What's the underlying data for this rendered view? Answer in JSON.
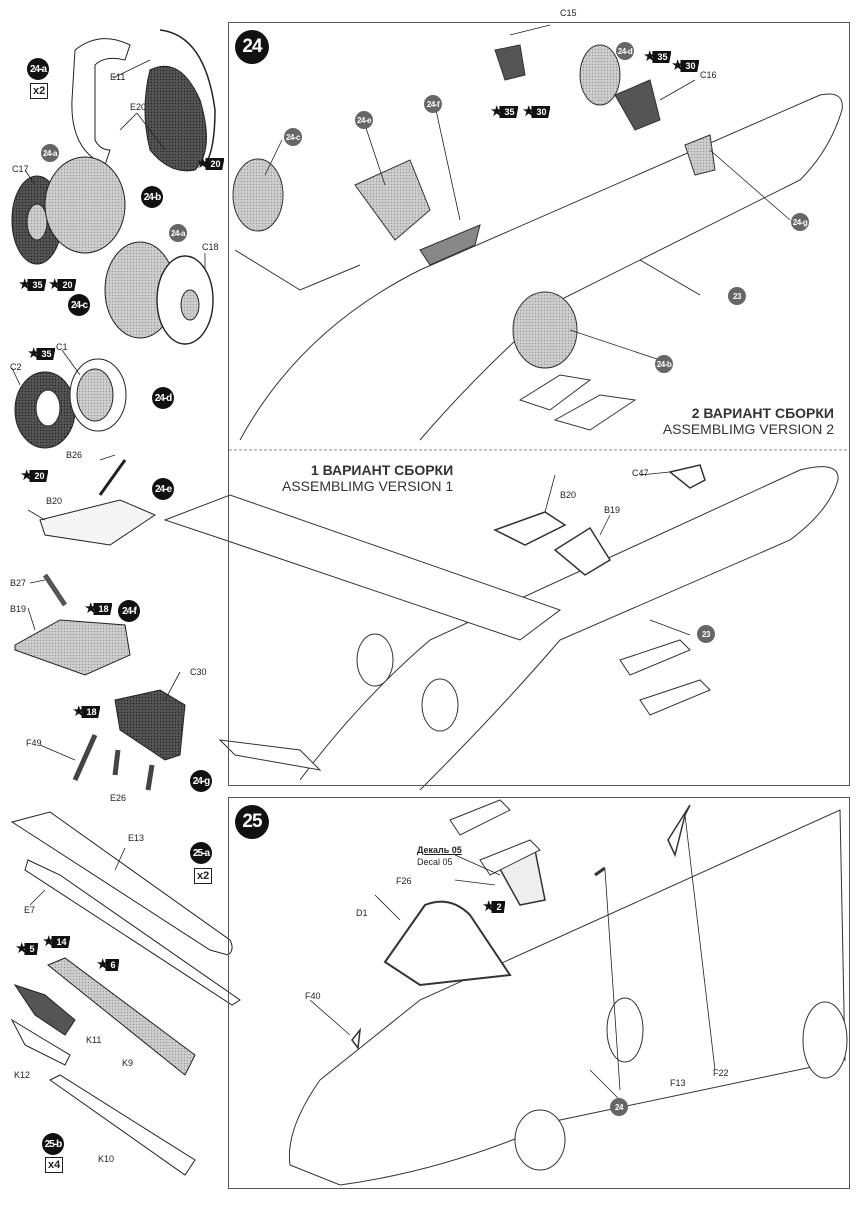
{
  "steps": {
    "step24": {
      "number": "24",
      "version2": {
        "title_ru": "2 ВАРИАНТ СБОРКИ",
        "title_en": "ASSEMBLIMG VERSION 2"
      },
      "version1": {
        "title_ru": "1 ВАРИАНТ СБОРКИ",
        "title_en": "ASSEMBLIMG VERSION 1"
      },
      "refs": [
        "24-c",
        "24-e",
        "24-f",
        "24-d",
        "24-g",
        "23",
        "24-b",
        "23"
      ],
      "parts": [
        "C15",
        "C16",
        "C47",
        "B20",
        "B19"
      ],
      "paints": [
        "35",
        "30",
        "35",
        "30"
      ]
    },
    "step25": {
      "number": "25",
      "decal_ru": "Декаль 05",
      "decal_en": "Decal 05",
      "parts": [
        "F26",
        "D1",
        "F40",
        "F13",
        "F22"
      ],
      "refs": [
        "24"
      ],
      "paints": [
        "2"
      ]
    }
  },
  "sidebar": {
    "sub24a": {
      "badge": "24-a",
      "qty": "x2",
      "parts": [
        "E11",
        "E20"
      ],
      "paint": "20"
    },
    "sub24b": {
      "badge": "24-b",
      "ref": "24-a",
      "parts": [
        "C17"
      ],
      "paints": [
        "35",
        "20"
      ]
    },
    "sub24c": {
      "badge": "24-c",
      "ref": "24-a",
      "parts": [
        "C18"
      ]
    },
    "sub24d": {
      "badge": "24-d",
      "parts": [
        "C1",
        "C2"
      ],
      "paints": [
        "35",
        "20"
      ]
    },
    "sub24e": {
      "badge": "24-e",
      "parts": [
        "B26",
        "B20"
      ]
    },
    "sub24f": {
      "badge": "24-f",
      "parts": [
        "B27",
        "B19"
      ],
      "paint": "18"
    },
    "sub24g": {
      "badge": "24-g",
      "parts": [
        "C30",
        "F49",
        "E26"
      ],
      "paint": "18"
    },
    "sub25a": {
      "badge": "25-a",
      "qty": "x2",
      "parts": [
        "E13",
        "E7"
      ]
    },
    "sub25b": {
      "badge": "25-b",
      "qty": "x4",
      "parts": [
        "K11",
        "K9",
        "K12",
        "K10"
      ],
      "paints": [
        "5",
        "14",
        "6"
      ]
    }
  },
  "colors": {
    "ink": "#111111",
    "ref_badge": "#666666",
    "panel_border": "#555555",
    "tone": "#bdbdbd",
    "dark_tone": "#555555"
  }
}
